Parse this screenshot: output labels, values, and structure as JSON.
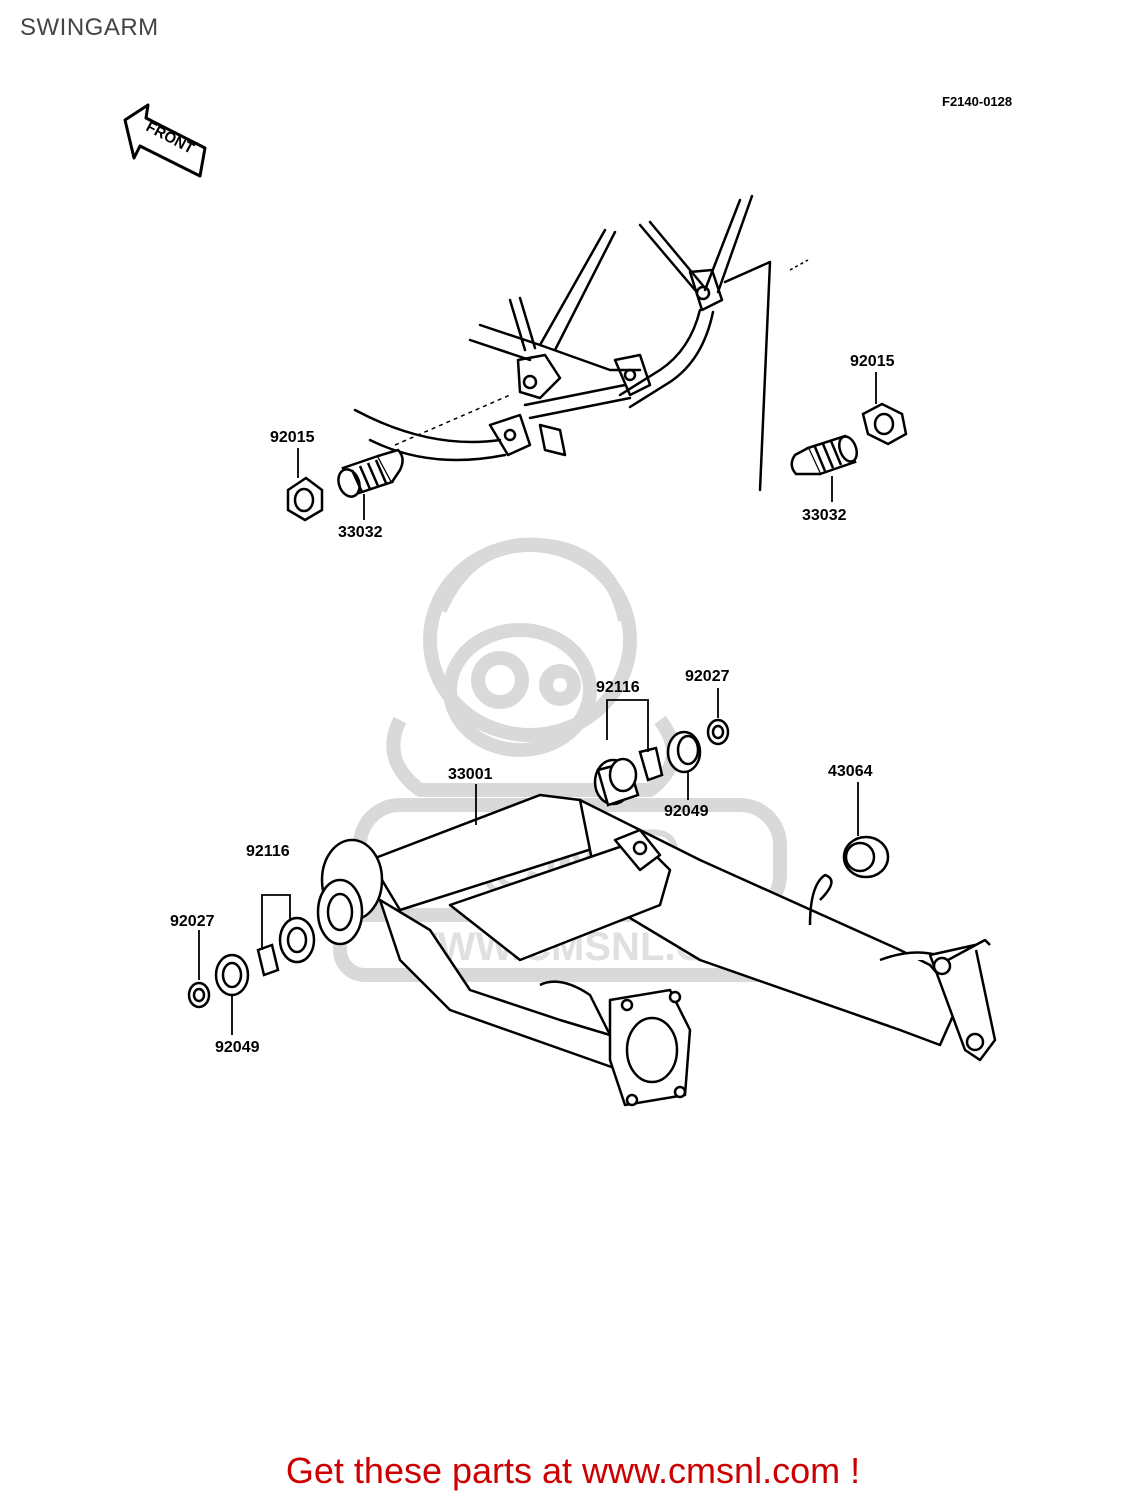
{
  "page": {
    "title": "SWINGARM",
    "diagram_code": "F2140-0128",
    "footer_banner": "Get these parts at www.cmsnl.com !"
  },
  "front_arrow": {
    "label": "FRONT"
  },
  "watermark": {
    "brand": "CMS",
    "url": "WWW.CMSNL.COM"
  },
  "part_labels": [
    {
      "id": "92015-left",
      "number": "92015"
    },
    {
      "id": "33032-left",
      "number": "33032"
    },
    {
      "id": "92015-right",
      "number": "92015"
    },
    {
      "id": "33032-right",
      "number": "33032"
    },
    {
      "id": "92116-top",
      "number": "92116"
    },
    {
      "id": "92027-top",
      "number": "92027"
    },
    {
      "id": "92049-top",
      "number": "92049"
    },
    {
      "id": "33001",
      "number": "33001"
    },
    {
      "id": "43064",
      "number": "43064"
    },
    {
      "id": "92116-left",
      "number": "92116"
    },
    {
      "id": "92027-left",
      "number": "92027"
    },
    {
      "id": "92049-left",
      "number": "92049"
    }
  ],
  "colors": {
    "line": "#000000",
    "watermark": "#d9d9d9",
    "footer": "#cc0000",
    "title": "#444444"
  }
}
